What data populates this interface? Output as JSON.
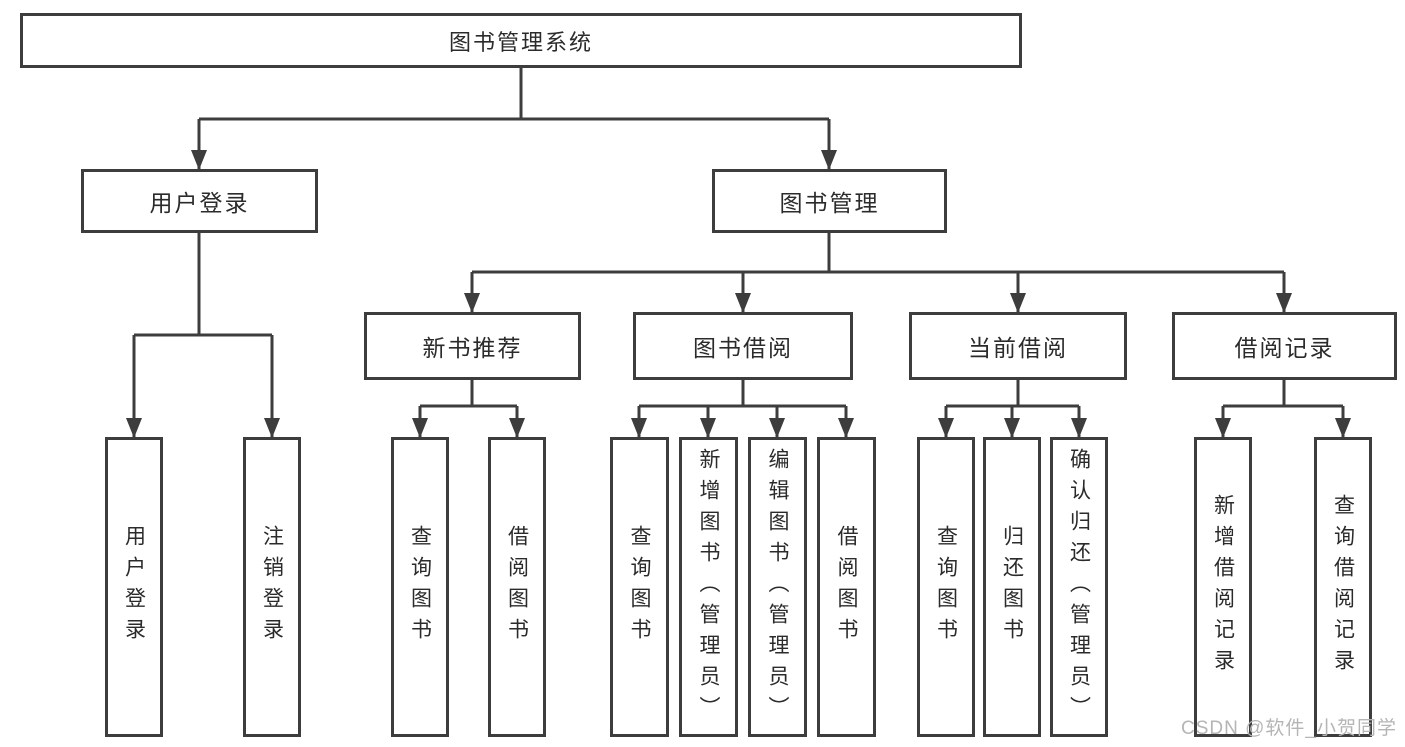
{
  "diagram": {
    "root": {
      "label": "图书管理系统"
    },
    "level2": [
      {
        "label": "用户登录"
      },
      {
        "label": "图书管理"
      }
    ],
    "level3": [
      {
        "label": "新书推荐"
      },
      {
        "label": "图书借阅"
      },
      {
        "label": "当前借阅"
      },
      {
        "label": "借阅记录"
      }
    ],
    "leaves": {
      "login": [
        "用户登录",
        "注销登录"
      ],
      "recommend": [
        "查询图书",
        "借阅图书"
      ],
      "borrow": [
        "查询图书",
        "新增图书（管理员）",
        "编辑图书（管理员）",
        "借阅图书"
      ],
      "current": [
        "查询图书",
        "归还图书",
        "确认归还（管理员）"
      ],
      "records": [
        "新增借阅记录",
        "查询借阅记录"
      ]
    }
  },
  "watermark": {
    "text": "CSDN @软件_小贺同学"
  },
  "colors": {
    "line": "#3d3d3d",
    "box_border": "#3d3d3d",
    "text": "#2b2b2b",
    "watermark": "#b5b5b5",
    "background": "#ffffff"
  }
}
